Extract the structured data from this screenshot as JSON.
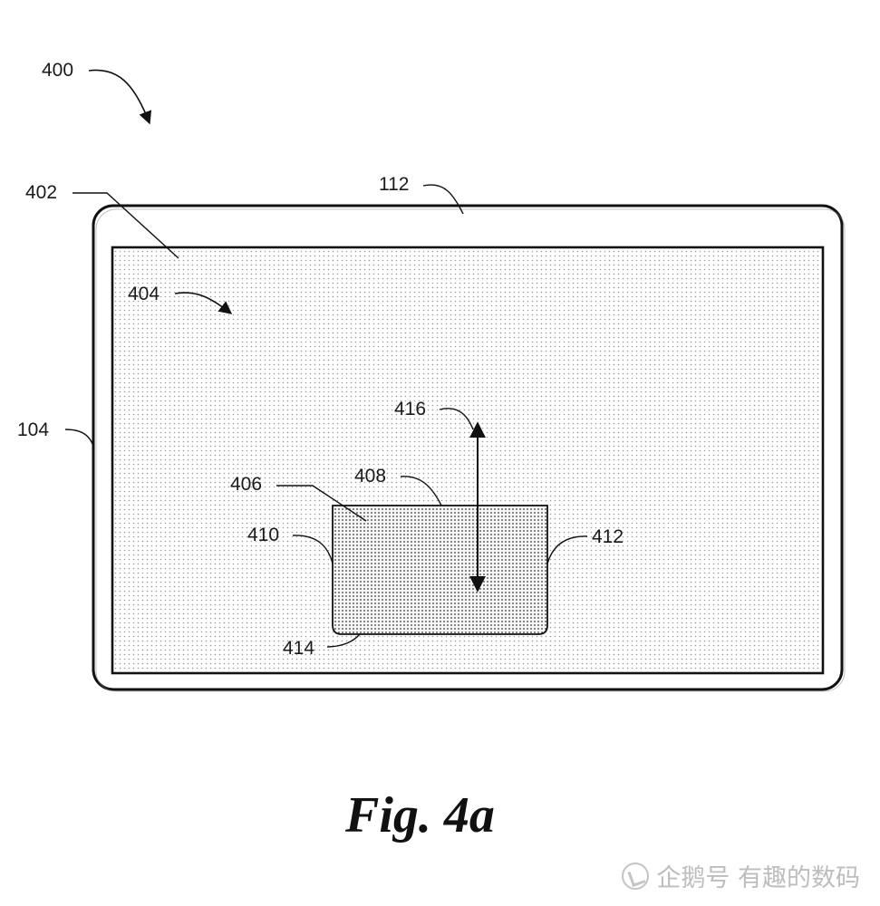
{
  "figure": {
    "caption": "Fig. 4a",
    "labels": {
      "device_assembly": "400",
      "device_frame": "112",
      "display": "402",
      "edge": "104",
      "content_area": "404",
      "movement_arrow": "416",
      "window": "406",
      "window_top": "408",
      "window_left": "410",
      "window_right": "412",
      "window_bottom": "414"
    }
  },
  "watermark": {
    "text": "企鹅号 有趣的数码",
    "icon": "penguin-logo-icon"
  },
  "colors": {
    "line": "#111111",
    "display_fill": "#eeeeee",
    "window_fill": "#d9d9d9"
  }
}
